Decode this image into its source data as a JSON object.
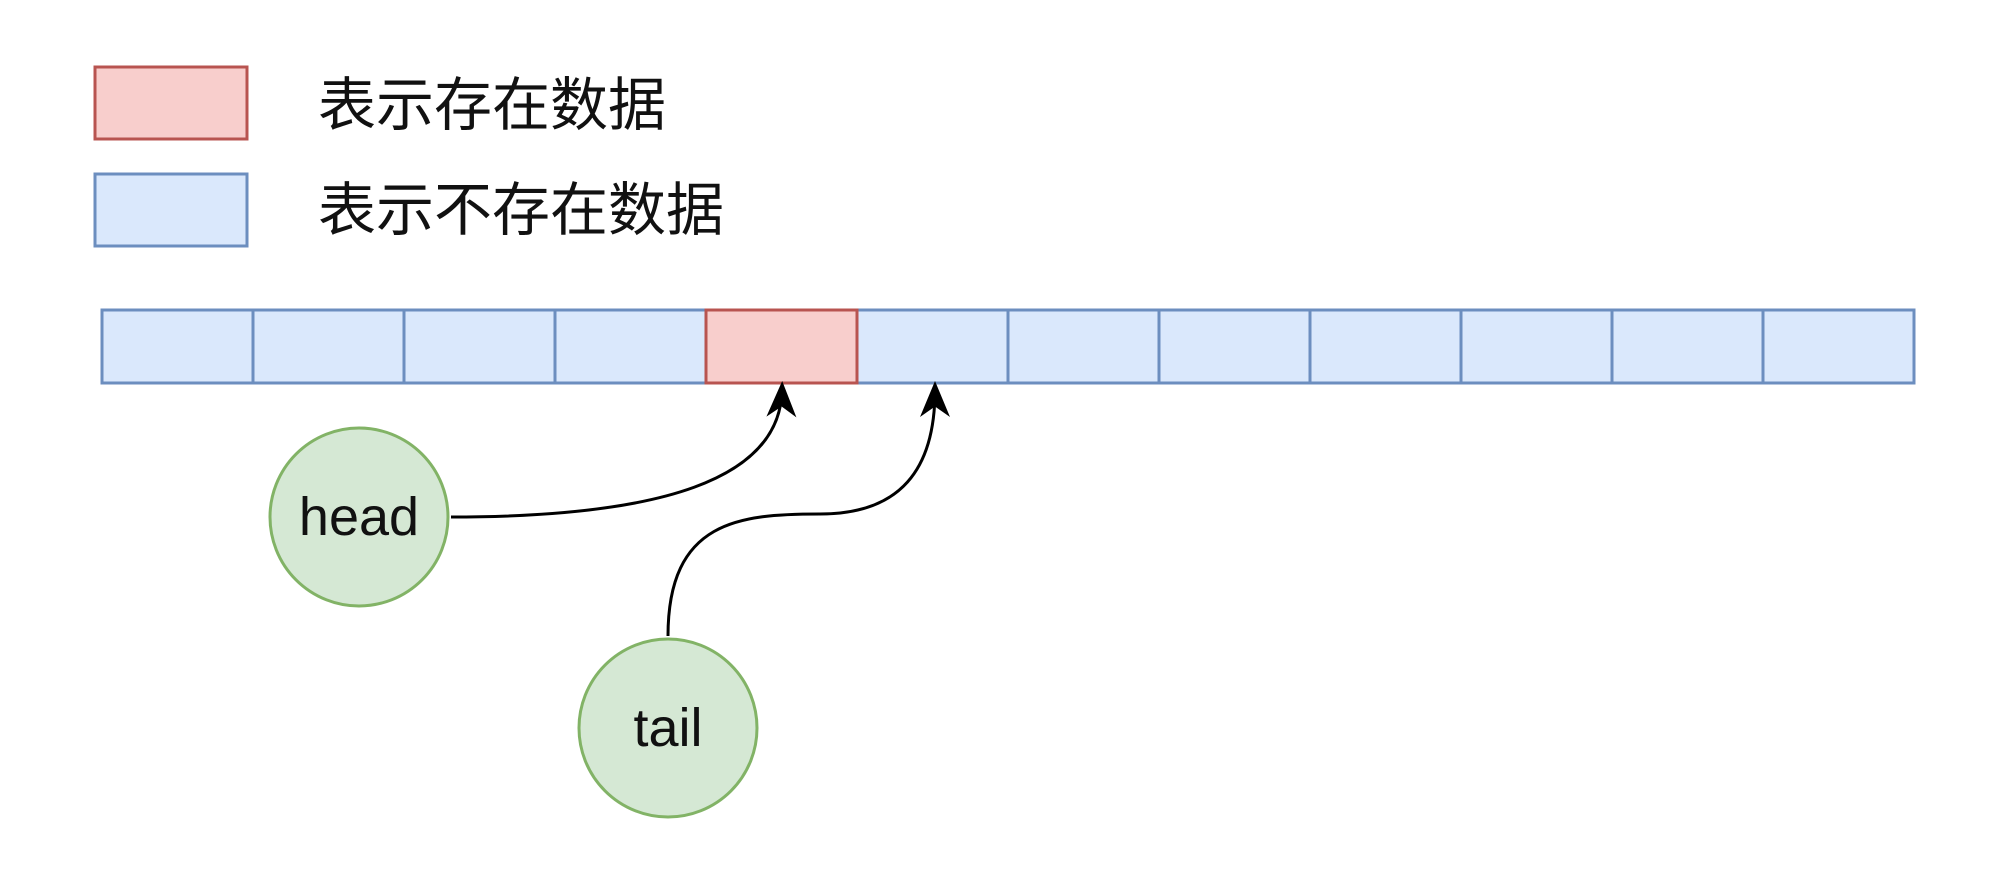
{
  "colors": {
    "filled_fill": "#f8cecc",
    "filled_stroke": "#b85450",
    "empty_fill": "#dae8fc",
    "empty_stroke": "#6c8ebf",
    "node_fill": "#d5e8d4",
    "node_stroke": "#82b366",
    "arrow": "#000000"
  },
  "legend": [
    {
      "label": "表示存在数据",
      "state": "filled"
    },
    {
      "label": "表示不存在数据",
      "state": "empty"
    }
  ],
  "buffer": {
    "cells": [
      "empty",
      "empty",
      "empty",
      "empty",
      "filled",
      "empty",
      "empty",
      "empty",
      "empty",
      "empty",
      "empty",
      "empty"
    ]
  },
  "pointers": [
    {
      "label": "head",
      "target_index": 4
    },
    {
      "label": "tail",
      "target_index": 5
    }
  ]
}
